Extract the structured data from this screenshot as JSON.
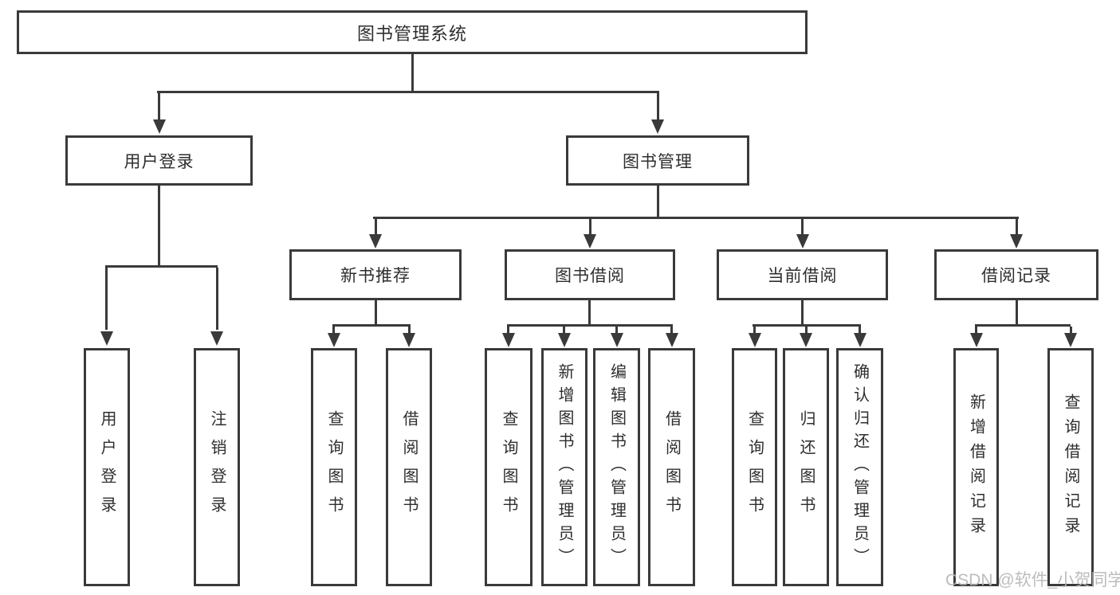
{
  "diagram": {
    "root": {
      "label": "图书管理系统"
    },
    "level2": {
      "user_login": {
        "label": "用户登录"
      },
      "book_mgmt": {
        "label": "图书管理"
      }
    },
    "level3": {
      "new_book_rec": {
        "label": "新书推荐"
      },
      "book_borrow": {
        "label": "图书借阅"
      },
      "current_borrow": {
        "label": "当前借阅"
      },
      "borrow_record": {
        "label": "借阅记录"
      }
    },
    "leaves": {
      "user_login": [
        "用户登录",
        "注销登录"
      ],
      "new_book_rec": [
        "查询图书",
        "借阅图书"
      ],
      "book_borrow": [
        "查询图书",
        "新增图书（管理员）",
        "编辑图书（管理员）",
        "借阅图书"
      ],
      "current_borrow": [
        "查询图书",
        "归还图书",
        "确认归还（管理员）"
      ],
      "borrow_record": [
        "新增借阅记录",
        "查询借阅记录"
      ]
    }
  },
  "watermark": "CSDN @软件_小贺同学",
  "colors": {
    "border": "#3a3a3a",
    "line": "#3a3a3a",
    "text": "#2e2e2e",
    "background": "#ffffff",
    "watermark": "#b5b5b5"
  }
}
